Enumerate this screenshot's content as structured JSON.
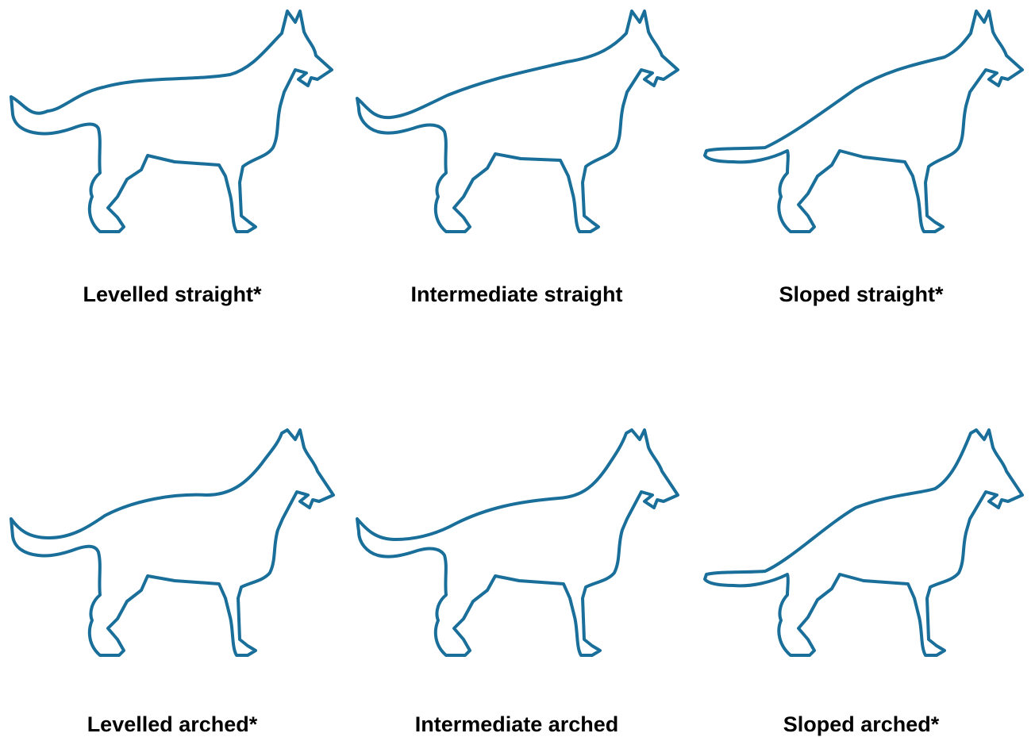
{
  "colors": {
    "outline": "#1a6f9a",
    "caption": "#000000",
    "background": "#ffffff"
  },
  "panels": [
    {
      "label": "Levelled straight*",
      "topline": "levelled",
      "shape": "straight"
    },
    {
      "label": "Intermediate straight",
      "topline": "intermediate",
      "shape": "straight"
    },
    {
      "label": "Sloped straight*",
      "topline": "sloped",
      "shape": "straight"
    },
    {
      "label": "Levelled arched*",
      "topline": "levelled",
      "shape": "arched"
    },
    {
      "label": "Intermediate arched",
      "topline": "intermediate",
      "shape": "arched"
    },
    {
      "label": "Sloped arched*",
      "topline": "sloped",
      "shape": "arched"
    }
  ]
}
